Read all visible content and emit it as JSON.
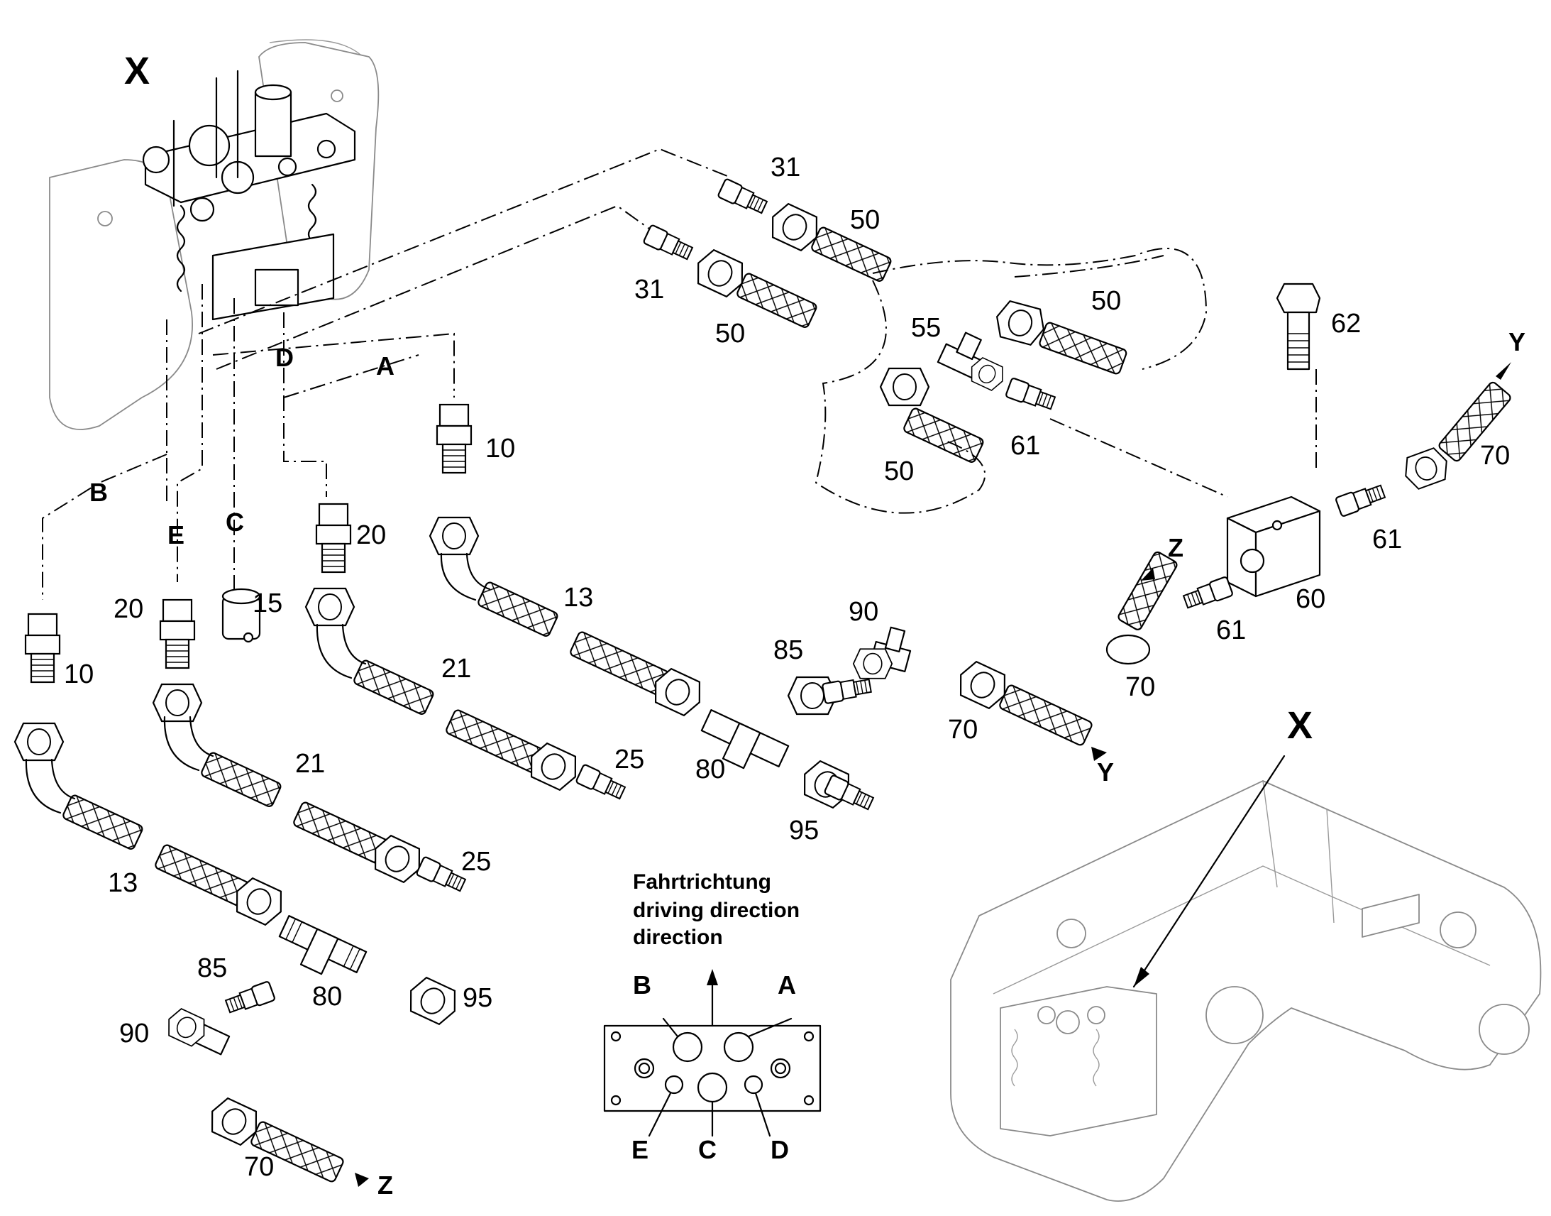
{
  "view_labels": {
    "x_top": "X",
    "x_bottom": "X"
  },
  "port_letters": {
    "a": "A",
    "b": "B",
    "c": "C",
    "d": "D",
    "e": "E"
  },
  "flow_markers": {
    "y": "Y",
    "z": "Z"
  },
  "direction_note": [
    "Fahrtrichtung",
    "driving direction",
    "direction"
  ],
  "plate_ports": {
    "a": "A",
    "b": "B",
    "c": "C",
    "d": "D",
    "e": "E"
  },
  "parts": {
    "p10": "10",
    "p13": "13",
    "p15": "15",
    "p20": "20",
    "p21": "21",
    "p25": "25",
    "p31": "31",
    "p50": "50",
    "p55": "55",
    "p60": "60",
    "p61": "61",
    "p62": "62",
    "p70": "70",
    "p80": "80",
    "p85": "85",
    "p90": "90",
    "p95": "95"
  }
}
